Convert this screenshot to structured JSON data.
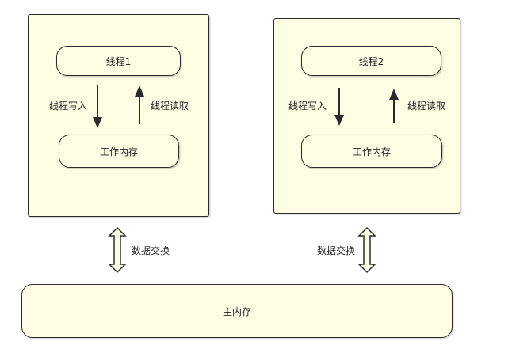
{
  "threads": [
    {
      "name": "线程1",
      "write_label": "线程写入",
      "read_label": "线程读取",
      "working_memory": "工作内存",
      "exchange_label": "数据交换"
    },
    {
      "name": "线程2",
      "write_label": "线程写入",
      "read_label": "线程读取",
      "working_memory": "工作内存",
      "exchange_label": "数据交换"
    }
  ],
  "main_memory": "主内存",
  "colors": {
    "box_fill": "#fdfde3",
    "stroke": "#2b2b2b"
  }
}
